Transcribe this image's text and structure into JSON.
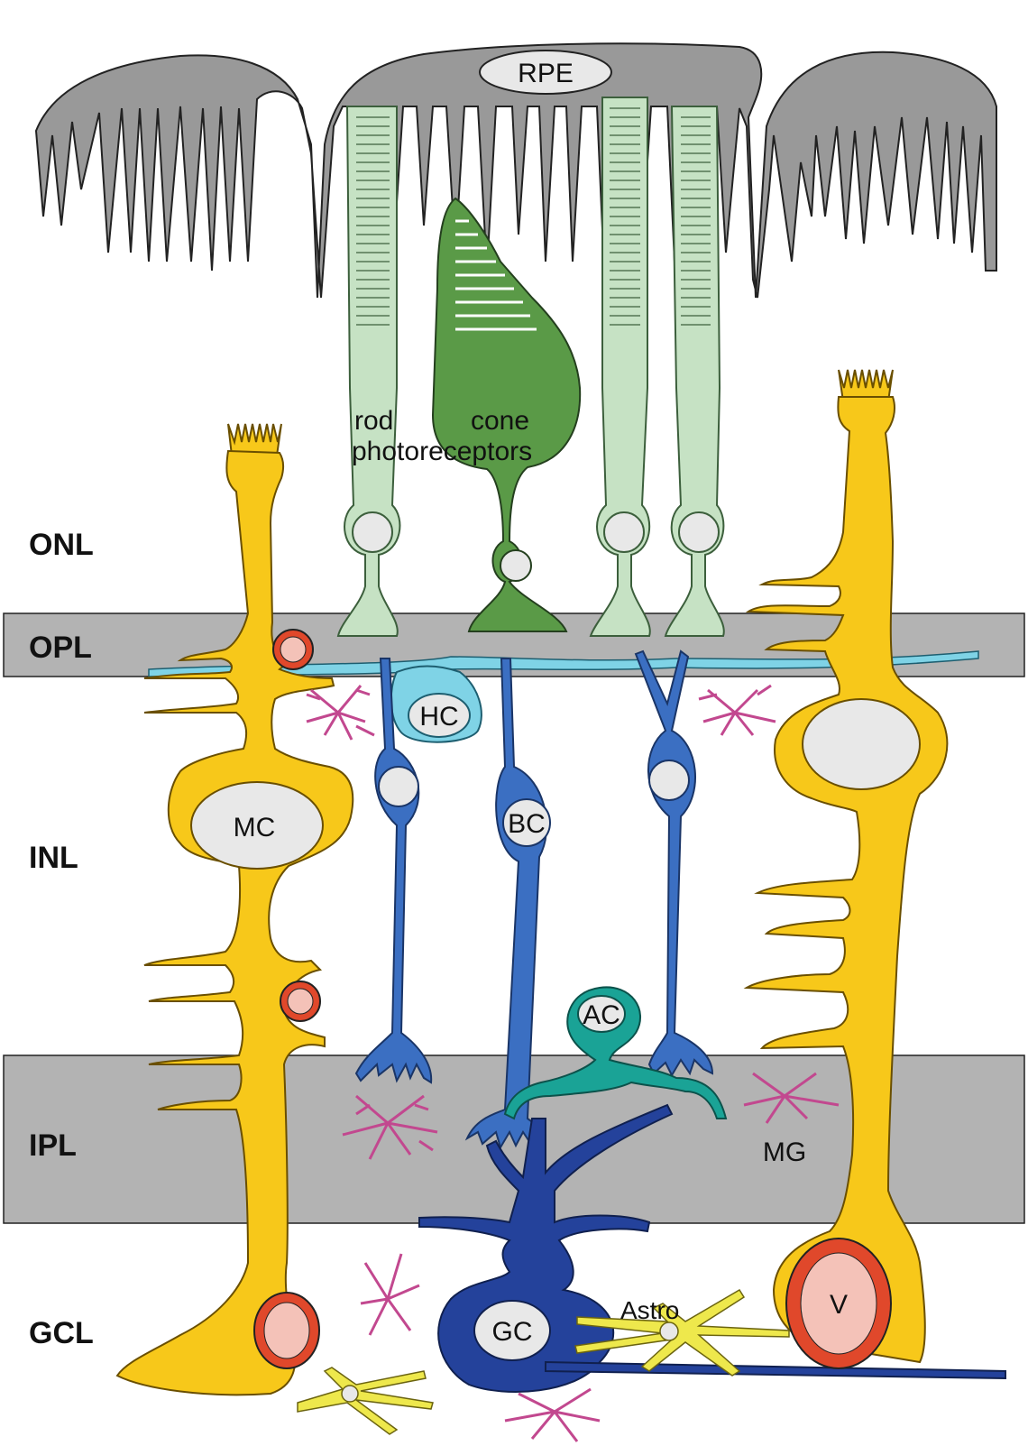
{
  "layers": {
    "onl": "ONL",
    "opl": "OPL",
    "inl": "INL",
    "ipl": "IPL",
    "gcl": "GCL"
  },
  "cells": {
    "rpe": "RPE",
    "rod": "rod",
    "cone": "cone",
    "photoreceptors": "photoreceptors",
    "hc": "HC",
    "mc": "MC",
    "bc": "BC",
    "ac": "AC",
    "mg": "MG",
    "gc": "GC",
    "astro": "Astro",
    "v": "V"
  },
  "colors": {
    "band": "#b3b3b3",
    "rpe": "#999999",
    "rod": "#c6e2c4",
    "cone": "#5a9a47",
    "muller": "#f7c81a",
    "horizontal": "#7fd3e6",
    "bipolar": "#3b6fc2",
    "amacrine": "#1aa396",
    "ganglion": "#24429b",
    "microglia": "#c2488f",
    "astrocyte": "#eee84c",
    "vessel": "#e0482b",
    "nucleus": "#e8e8e8"
  }
}
